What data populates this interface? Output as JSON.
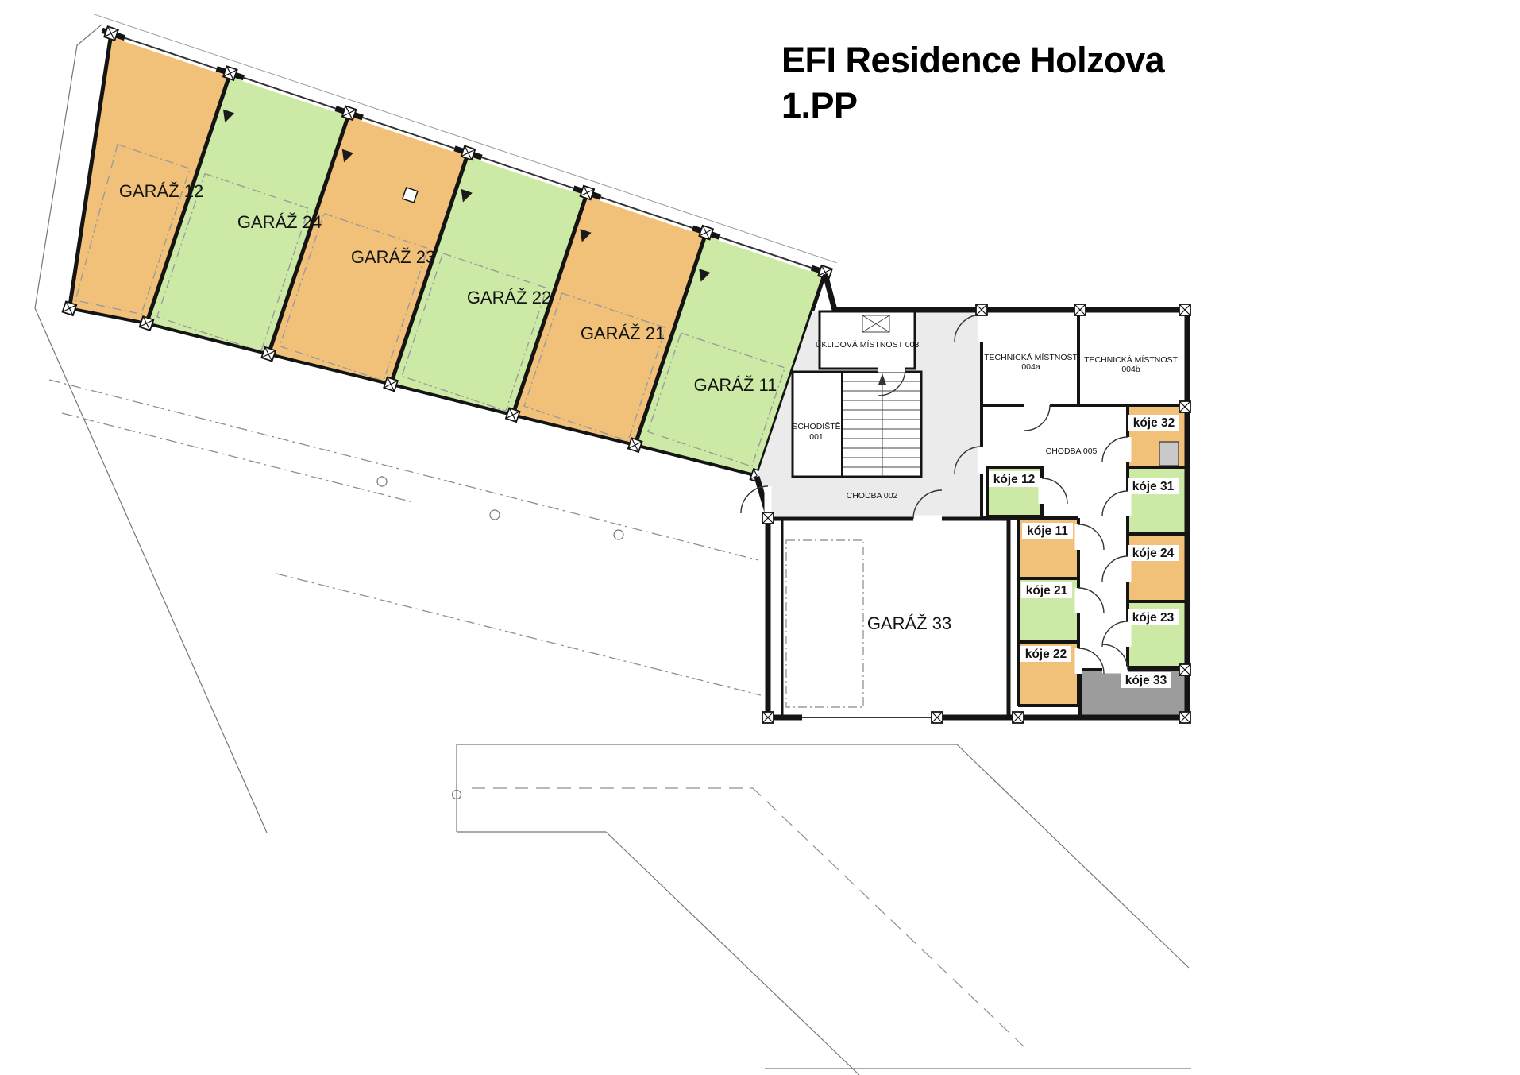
{
  "title": {
    "line1": "EFI Residence Holzova",
    "line2": "1.PP"
  },
  "colors": {
    "orange": "#F1C17A",
    "green": "#CDE9A6",
    "unit_gray": "#9C9C9C",
    "corridor_gray": "#EBEBEB"
  },
  "garages": {
    "g12": "GARÁŽ 12",
    "g24": "GARÁŽ 24",
    "g23": "GARÁŽ 23",
    "g22": "GARÁŽ 22",
    "g21": "GARÁŽ 21",
    "g11": "GARÁŽ 11",
    "g33": "GARÁŽ  33"
  },
  "rooms": {
    "uklidova": "ÚKLIDOVÁ MÍSTNOST 003",
    "schodiste1": "SCHODIŠTĚ",
    "schodiste2": "001",
    "chodba002": "CHODBA 002",
    "technicka_a1": "TECHNICKÁ MÍSTNOST",
    "technicka_a2": "004a",
    "technicka_b1": "TECHNICKÁ MÍSTNOST",
    "technicka_b2": "004b",
    "chodba005": "CHODBA 005"
  },
  "koje": {
    "k32": "kóje 32",
    "k31": "kóje 31",
    "k24": "kóje 24",
    "k23": "kóje 23",
    "k33": "kóje 33",
    "k12": "kóje 12",
    "k11": "kóje 11",
    "k21": "kóje 21",
    "k22": "kóje 22"
  }
}
